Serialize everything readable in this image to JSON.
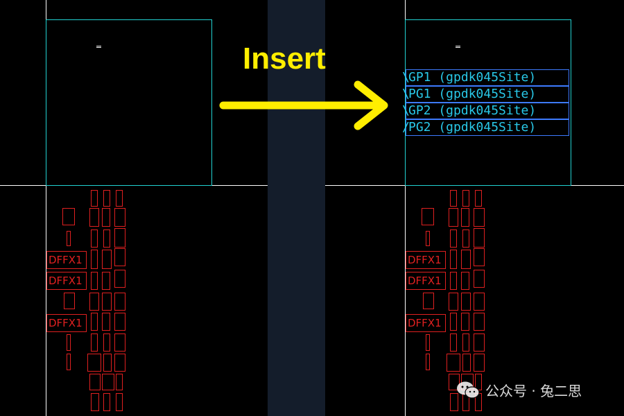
{
  "annotation": {
    "insert_label": "Insert",
    "arrow_color": "#ffee00"
  },
  "layout_rows": [
    {
      "label": "GP1 (gpdk045Site)",
      "mark": "\\"
    },
    {
      "label": "PG1 (gpdk045Site)",
      "mark": "\\"
    },
    {
      "label": "GP2 (gpdk045Site)",
      "mark": "\\"
    },
    {
      "label": "PG2 (gpdk045Site)",
      "mark": "/"
    }
  ],
  "cell_labels": {
    "dffx1": "DFFX1"
  },
  "colors": {
    "core_boundary": "#22d3d3",
    "row_outline": "#3d7bff",
    "row_text": "#29c8e8",
    "cells": "#e02020",
    "grid": "#ffffff",
    "background": "#000000",
    "divider": "#141d2b"
  },
  "watermark": {
    "text": "公众号 · 兔二思",
    "icon": "wechat-icon"
  }
}
